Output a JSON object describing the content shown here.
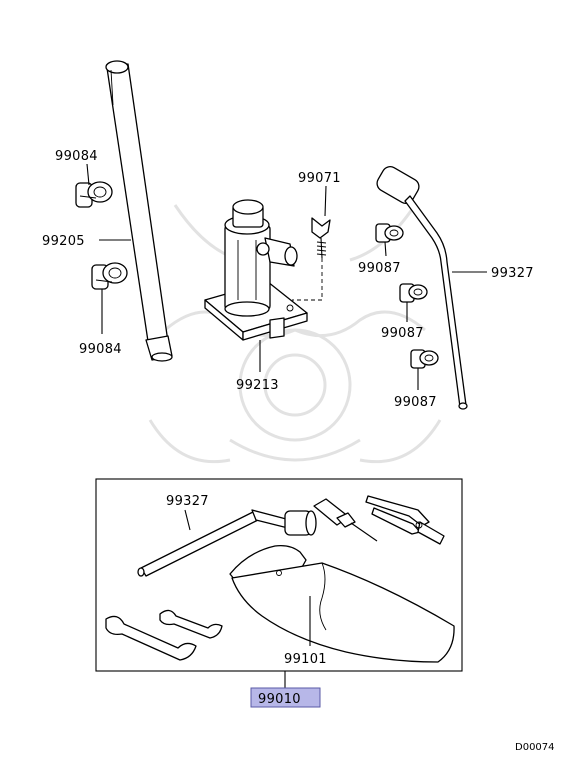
{
  "callouts": {
    "c_99084_top": "99084",
    "c_99205": "99205",
    "c_99084_bottom": "99084",
    "c_99071": "99071",
    "c_99213": "99213",
    "c_99087_a": "99087",
    "c_99327_top": "99327",
    "c_99087_b": "99087",
    "c_99087_c": "99087",
    "c_99327_kit": "99327",
    "c_99101": "99101",
    "c_99010": "99010"
  },
  "diagram_code": "D00074",
  "colors": {
    "highlight_fill": "#b7b7e8",
    "highlight_stroke": "#5a5aa6",
    "line": "#000000",
    "watermark": "#e2e2e2"
  }
}
